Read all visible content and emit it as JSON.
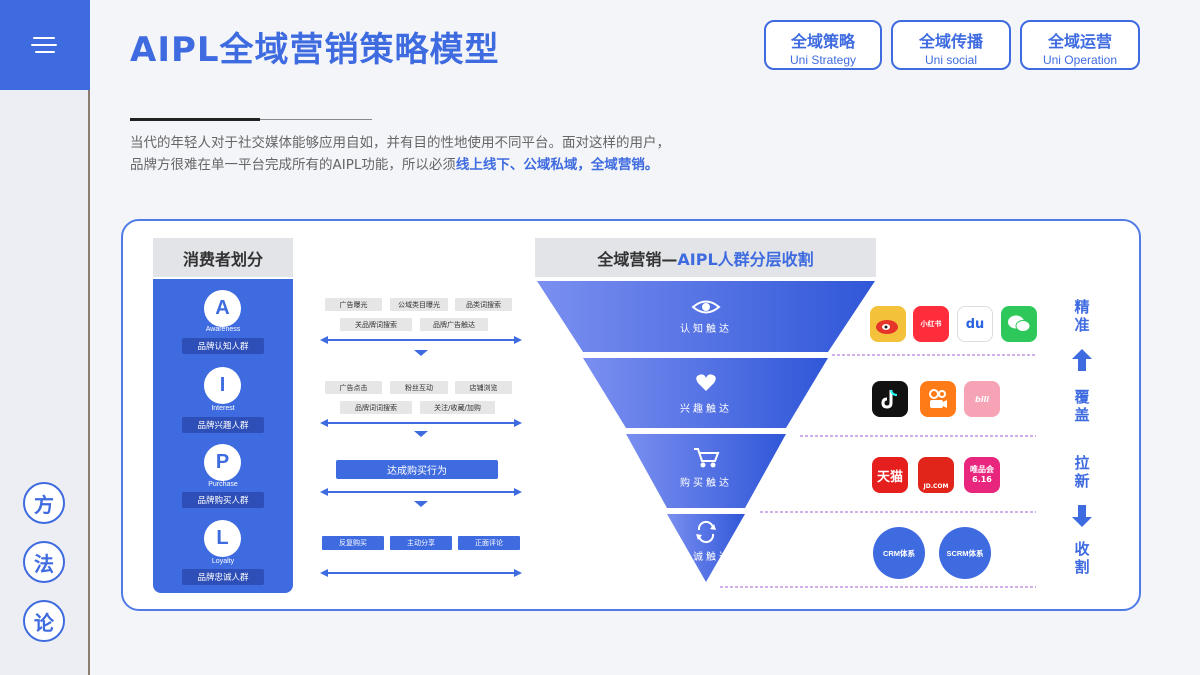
{
  "page": {
    "title": "AIPL全域营销策略模型",
    "intro_line1": "当代的年轻人对于社交媒体能够应用自如，并有目的性地使用不同平台。面对这样的用户，",
    "intro_line2_plain": "品牌方很难在单一平台完成所有的AIPL功能，所以必须",
    "intro_line2_highlight": "线上线下、公域私域，全域营销。"
  },
  "tags": [
    {
      "zh": "全域策略",
      "en": "Uni Strategy"
    },
    {
      "zh": "全域传播",
      "en": "Uni social"
    },
    {
      "zh": "全域运营",
      "en": "Uni Operation"
    }
  ],
  "sidebar": {
    "chars": [
      "方",
      "法",
      "论"
    ]
  },
  "colors": {
    "accent": "#3f6be0",
    "dark_accent": "#2e4fb8",
    "purple_divider": "#b27fe0"
  },
  "diagram": {
    "left_header": "消费者划分",
    "funnel_header_plain": "全域营销—",
    "funnel_header_highlight": "AIPL人群分层收割",
    "stages": [
      {
        "letter": "A",
        "en": "Awareness",
        "pill": "品牌认知人群"
      },
      {
        "letter": "I",
        "en": "Interest",
        "pill": "品牌兴趣人群"
      },
      {
        "letter": "P",
        "en": "Purchase",
        "pill": "品牌购买人群"
      },
      {
        "letter": "L",
        "en": "Loyalty",
        "pill": "品牌忠诚人群"
      }
    ],
    "actions": {
      "a": [
        "广告曝光",
        "公域类目曝光",
        "品类词搜索",
        "关品牌词搜索",
        "品牌广告触达"
      ],
      "i": [
        "广告点击",
        "粉丝互动",
        "店铺浏览",
        "品牌词词搜索",
        "关注/收藏/加购"
      ],
      "p": [
        "达成购买行为"
      ],
      "l": [
        "反复购买",
        "主动分享",
        "正面评论"
      ]
    },
    "funnel_levels": [
      {
        "label": "认知触达",
        "icon": "eye-icon"
      },
      {
        "label": "兴趣触达",
        "icon": "heart-icon"
      },
      {
        "label": "购买触达",
        "icon": "cart-icon"
      },
      {
        "label": "忠诚触达",
        "icon": "refresh-icon"
      }
    ],
    "apps": {
      "awareness": [
        "weibo",
        "小红书",
        "du",
        "wechat"
      ],
      "interest": [
        "tiktok",
        "kuaishou",
        "bilibili"
      ],
      "purchase": [
        "天猫",
        "JD.COM",
        "唯品会 6.16"
      ]
    },
    "crm": [
      "CRM体系",
      "SCRM体系"
    ],
    "side_labels": {
      "top": [
        "精",
        "准"
      ],
      "mid1": [
        "覆",
        "盖"
      ],
      "mid2": [
        "拉",
        "新"
      ],
      "bottom": [
        "收",
        "割"
      ]
    }
  }
}
